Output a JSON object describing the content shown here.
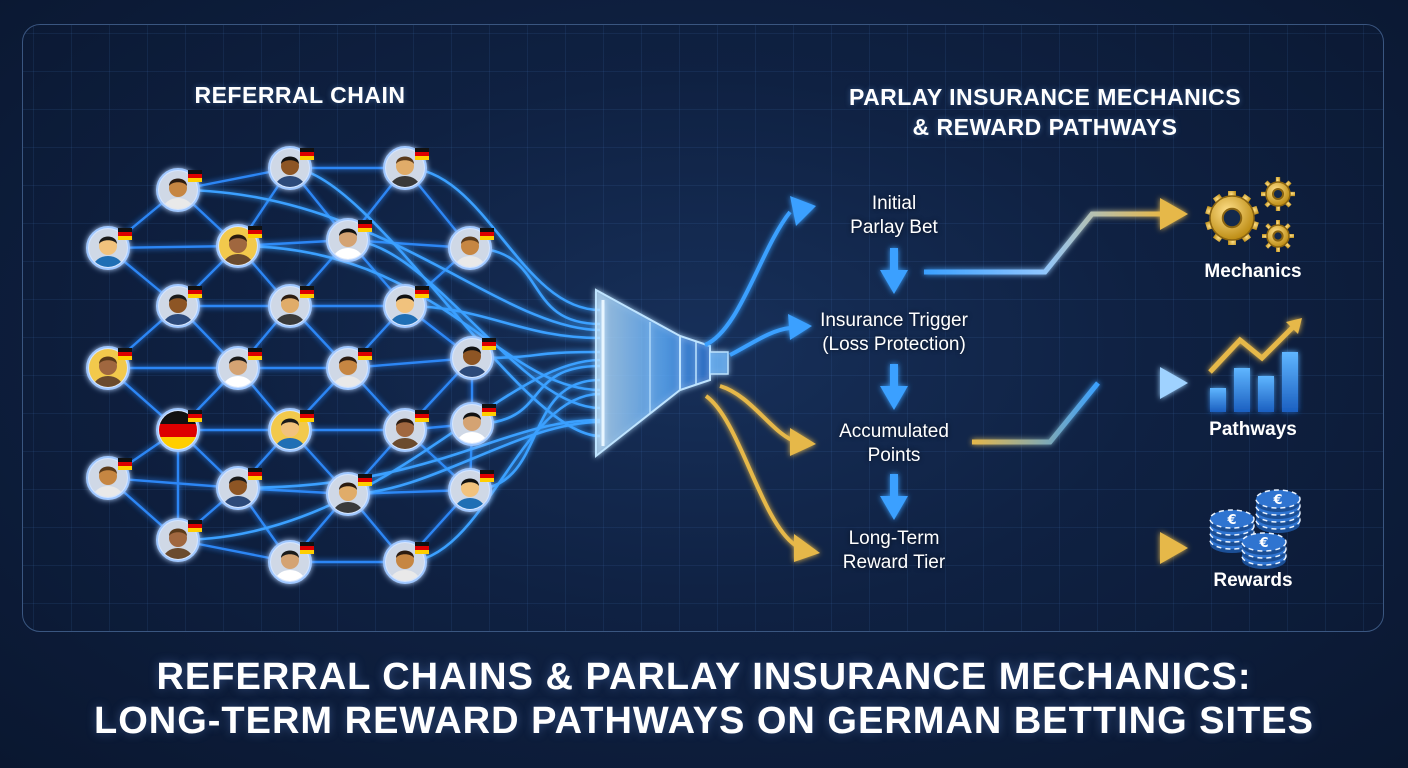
{
  "left_heading": "REFERRAL CHAIN",
  "right_heading_line1": "PARLAY INSURANCE MECHANICS",
  "right_heading_line2": "& REWARD PATHWAYS",
  "steps": [
    {
      "line1": "Initial",
      "line2": "Parlay Bet"
    },
    {
      "line1": "Insurance Trigger",
      "line2": "(Loss Protection)"
    },
    {
      "line1": "Accumulated",
      "line2": "Points"
    },
    {
      "line1": "Long-Term",
      "line2": "Reward Tier"
    }
  ],
  "outcomes": [
    {
      "label": "Mechanics",
      "icon": "gears-icon"
    },
    {
      "label": "Pathways",
      "icon": "bar-chart-growth-icon"
    },
    {
      "label": "Rewards",
      "icon": "euro-chips-icon"
    }
  ],
  "title_line1": "REFERRAL CHAINS & PARLAY INSURANCE MECHANICS:",
  "title_line2": "LONG-TERM REWARD PATHWAYS ON GERMAN BETTING SITES",
  "colors": {
    "blue": "#3aa0ff",
    "gold": "#e6b84a",
    "background": "#0f2142",
    "flag_black": "#111111",
    "flag_red": "#dd0000",
    "flag_gold": "#ffce00"
  }
}
